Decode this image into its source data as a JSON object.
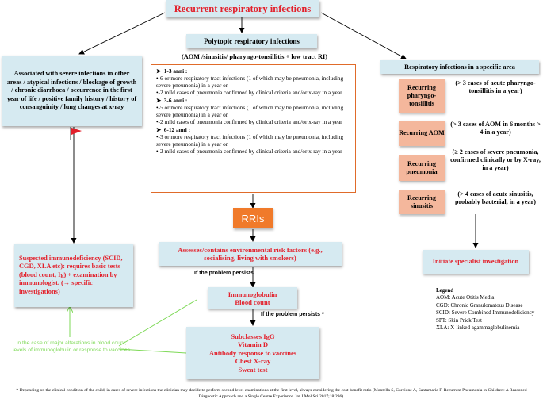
{
  "title": "Recurrent respiratory infections",
  "polytopic": {
    "title": "Polytopic respiratory infections",
    "subtitle": "(AOM /sinusitis/ pharyngo-tonsillitis + low tract RI)",
    "groups": [
      {
        "age": "1-3 anni :",
        "lines": [
          "•-6 or more respiratory tract infections (1 of which may be pneumonia, including severe pneumonia) in a year or",
          "•-2 mild cases of pneumonia confirmed by clinical criteria and/or x-ray in a year"
        ]
      },
      {
        "age": "3-6 anni :",
        "lines": [
          "•-5 or more respiratory tract infections (1 of which may be pneumonia, including severe pneumonia) in a year or",
          "•-2 mild cases of pneumonia confirmed by clinical criteria and/or x-ray in a year"
        ]
      },
      {
        "age": "6-12 anni :",
        "lines": [
          "•-3 or more respiratory tract infections (1 of which may be pneumonia, including severe pneumonia) in a year or",
          "•-2 mild cases of pneumonia confirmed by clinical criteria and/or x-ray in a year"
        ]
      }
    ]
  },
  "severe": {
    "text": "Associated with severe infections in other areas / atypical infections / blockage of growth / chronic diarrhoea / occurrence in the first year of life / positive family history / history of consanguinity / lung changes at x-ray"
  },
  "specific": {
    "title": "Respiratory infections in a specific area",
    "items": [
      {
        "label": "Recurring pharyngo-tonsillitis",
        "desc": "(> 3 cases of acute pharyngo-tonsillitis in a year)"
      },
      {
        "label": "Recurring AOM",
        "desc": "(> 3 cases of AOM in 6 months > 4 in a year)"
      },
      {
        "label": "Recurring pneumonia",
        "desc": "(≥ 2 cases of severe pneumonia, confirmed clinically or by X-ray, in a year)"
      },
      {
        "label": "Recurring sinusitis",
        "desc": "(> 4 cases of acute sinusitis, probably bacterial, in a year)"
      }
    ],
    "specialist": "Initiate specialist investigation"
  },
  "rri_label": "RRIs",
  "environment": "Assesses/contains environmental risk factors (e.g., socialising, living with smokers)",
  "persist1": "If the problem persists",
  "immuno_blood": {
    "line1": "Immunoglobulin",
    "line2": "Blood count"
  },
  "persist2": "If the problem persists *",
  "tests": [
    "Subclasses IgG",
    "Vitamin D",
    "Antibody response to vaccines",
    "Chest X-ray",
    "Sweat test"
  ],
  "immunodef": "Suspected immunodeficiency (SCID, CGD, XLA etc): requires basic tests (blood count, Ig) + examination by immunologist. (→ specific investigations)",
  "green_note": "In the case of major alterations in blood count, levels of immunoglobulin or response to vaccines",
  "legend": {
    "title": "Legend",
    "items": [
      "AOM: Acute Otitis Media",
      "CGD: Chronic Granulomatous Disease",
      "SCID: Severe Combined Immunodeficiency",
      "SPT: Skin Prick Test",
      "XLA: X-linked agammaglobulinemia"
    ]
  },
  "footnote": "* Depending on the clinical condition of the child, in cases of severe infections the clinician may decide to perform second level examinations at the first level, always considering the cost-benefit ratio (Montella S, Corcione A, Santamaria F. Recurrent Pneumonia in Children: A Reasoned Diagnostic Approach and a Single Centre Experience. Int J Mol Sci 2017;18:296).",
  "colors": {
    "title_red": "#e3202b",
    "box_blue": "#d6eaf1",
    "salmon": "#f4b79c",
    "rri_orange": "#f07a2a",
    "green": "#7ed957",
    "border_orange": "#e06b2a"
  }
}
